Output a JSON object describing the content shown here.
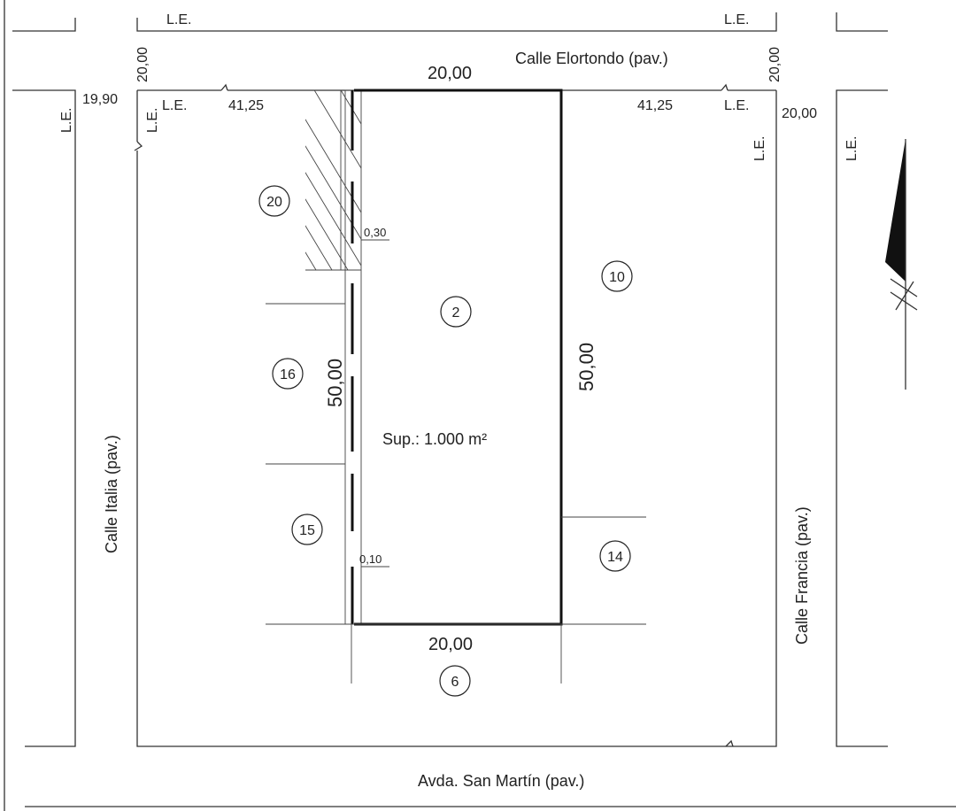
{
  "streets": {
    "north": "Calle Elortondo (pav.)",
    "south": "Avda. San Martín (pav.)",
    "west": "Calle Italia (pav.)",
    "east": "Calle Francia (pav.)"
  },
  "labels": {
    "le": "L.E.",
    "block_width_top": "20,00",
    "street_width_left": "20,00",
    "street_width_right": "20,00",
    "street_width_west": "19,90",
    "street_width_east": "20,00",
    "dist_left": "41,25",
    "dist_right": "41,25",
    "lot_side_left": "50,00",
    "lot_side_right": "50,00",
    "lot_bottom": "20,00",
    "area": "Sup.: 1.000 m²",
    "wall_030": "0,30",
    "wall_010": "0,10"
  },
  "parcels": [
    "20",
    "2",
    "10",
    "16",
    "15",
    "14",
    "6"
  ],
  "north_arrow_icon": "north-arrow-icon"
}
